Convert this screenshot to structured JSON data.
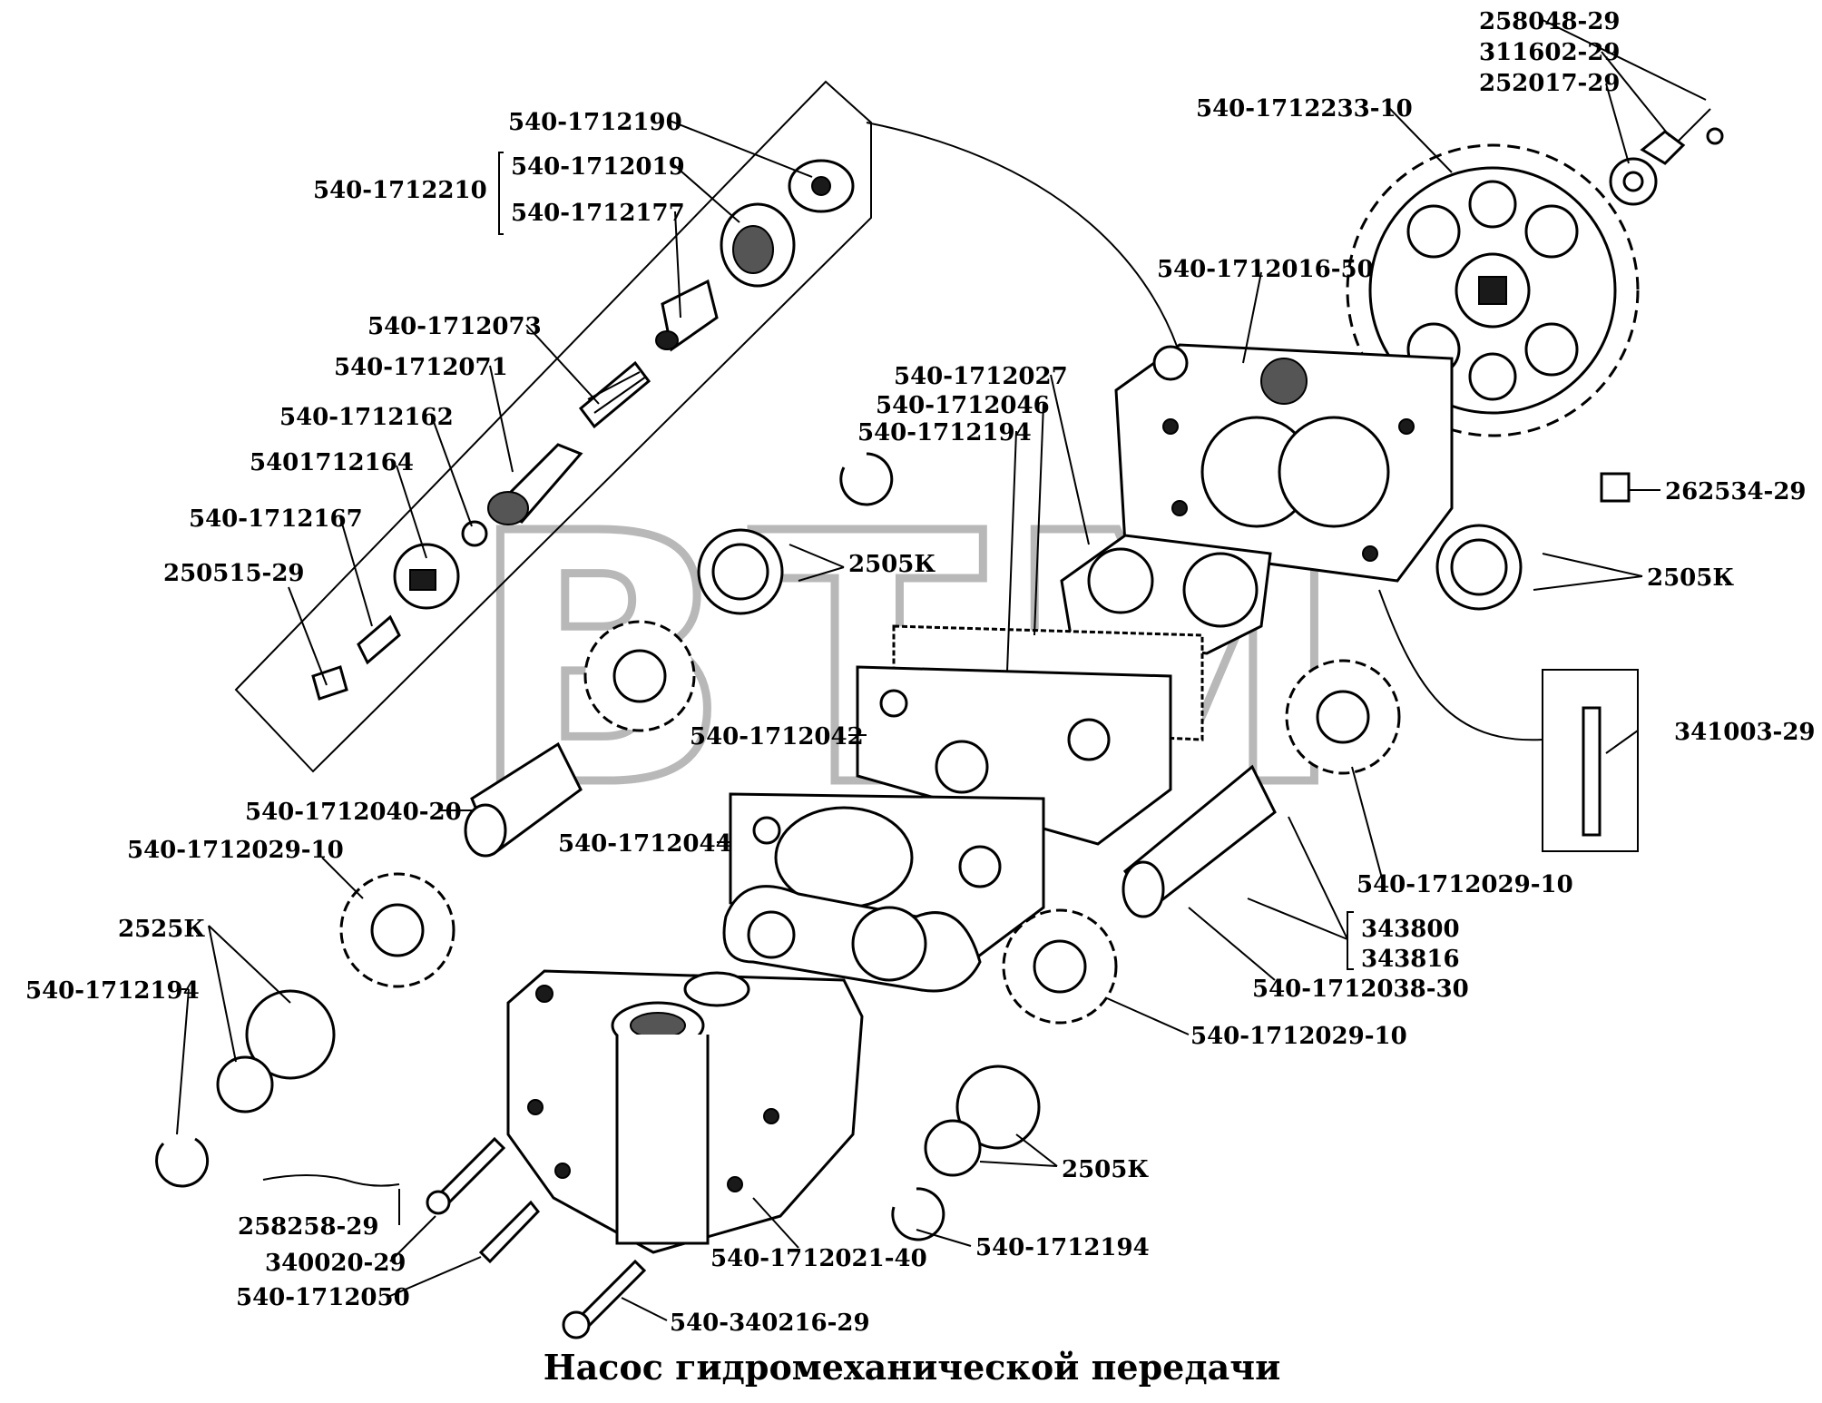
{
  "title": "Насос гидромеханической передачи",
  "watermark": "ВТМ",
  "labels": {
    "p258048": "258048-29",
    "p311602": "311602-29",
    "p252017": "252017-29",
    "p1712233": "540-1712233-10",
    "p1712190": "540-1712190",
    "p1712210": "540-1712210",
    "p1712019": "540-1712019",
    "p1712177": "540-1712177",
    "p1712016": "540-1712016-50",
    "p1712073": "540-1712073",
    "p1712071": "540-1712071",
    "p1712027": "540-1712027",
    "p1712046": "540-1712046",
    "p1712194a": "540-1712194",
    "p1712162": "540-1712162",
    "p1712164": "5401712164",
    "p262534": "262534-29",
    "p1712167": "540-1712167",
    "p2505a": "2505К",
    "p2505b": "2505К",
    "p250515": "250515-29",
    "p1712042": "540-1712042",
    "p341003": "341003-29",
    "p1712040": "540-1712040-20",
    "p1712044": "540-1712044",
    "p1712029a": "540-1712029-10",
    "p1712029b": "540-1712029-10",
    "p2525": "2525К",
    "p343800": "343800",
    "p343816": "343816",
    "p1712194b": "540-1712194",
    "p1712038": "540-1712038-30",
    "p1712029c": "540-1712029-10",
    "p2505c": "2505К",
    "p258258": "258258-29",
    "p1712194c": "540-1712194",
    "p1712021": "540-1712021-40",
    "p340020": "340020-29",
    "p1712050": "540-1712050",
    "p340216": "540-340216-29"
  }
}
